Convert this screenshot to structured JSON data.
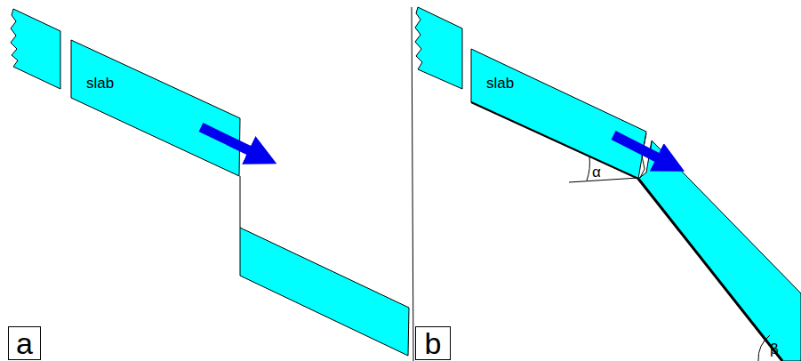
{
  "diagram": {
    "nodes": [
      {
        "text": [
          "a"
        ]
      },
      {
        "text": [
          "b"
        ]
      }
    ],
    "labels": [
      "slab",
      "slab",
      "α",
      "β"
    ]
  }
}
